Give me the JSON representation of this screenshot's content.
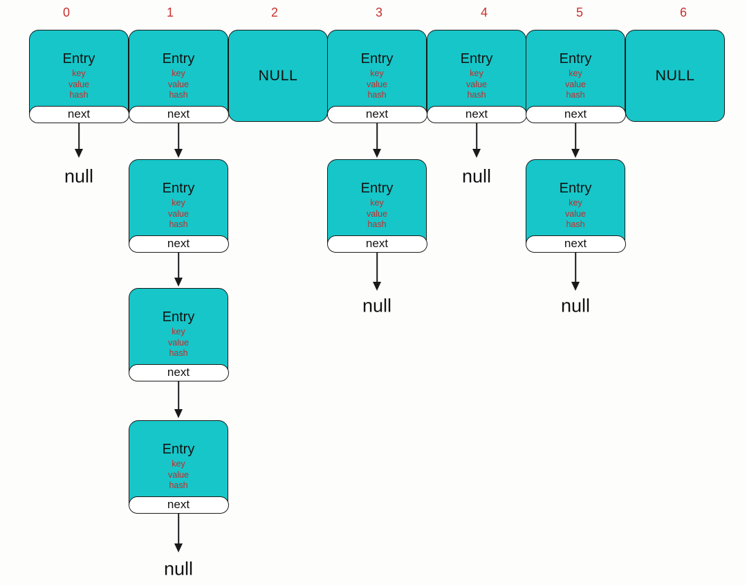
{
  "diagram": {
    "type": "hashmap-bucket-array",
    "indices": [
      "0",
      "1",
      "2",
      "3",
      "4",
      "5",
      "6"
    ],
    "entry": {
      "title": "Entry",
      "fields": [
        "key",
        "value",
        "hash"
      ],
      "next_label": "next"
    },
    "labels": {
      "empty_bucket": "NULL",
      "chain_end": "null"
    },
    "colors": {
      "node_fill": "#17c6c8",
      "node_stroke": "#1a1a1a",
      "field_text": "#c42b2b",
      "index_text": "#c9302c",
      "title_text": "#111111",
      "pill_fill": "#ffffff",
      "background": "#fdfdfc"
    },
    "buckets": [
      {
        "index": "0",
        "content": "entry-chain",
        "entry_count": 1,
        "ends_with": "null"
      },
      {
        "index": "1",
        "content": "entry-chain",
        "entry_count": 4,
        "ends_with": "null"
      },
      {
        "index": "2",
        "content": "NULL",
        "entry_count": 0
      },
      {
        "index": "3",
        "content": "entry-chain",
        "entry_count": 2,
        "ends_with": "null"
      },
      {
        "index": "4",
        "content": "entry-chain",
        "entry_count": 1,
        "ends_with": "null"
      },
      {
        "index": "5",
        "content": "entry-chain",
        "entry_count": 2,
        "ends_with": "null"
      },
      {
        "index": "6",
        "content": "NULL",
        "entry_count": 0
      }
    ]
  }
}
